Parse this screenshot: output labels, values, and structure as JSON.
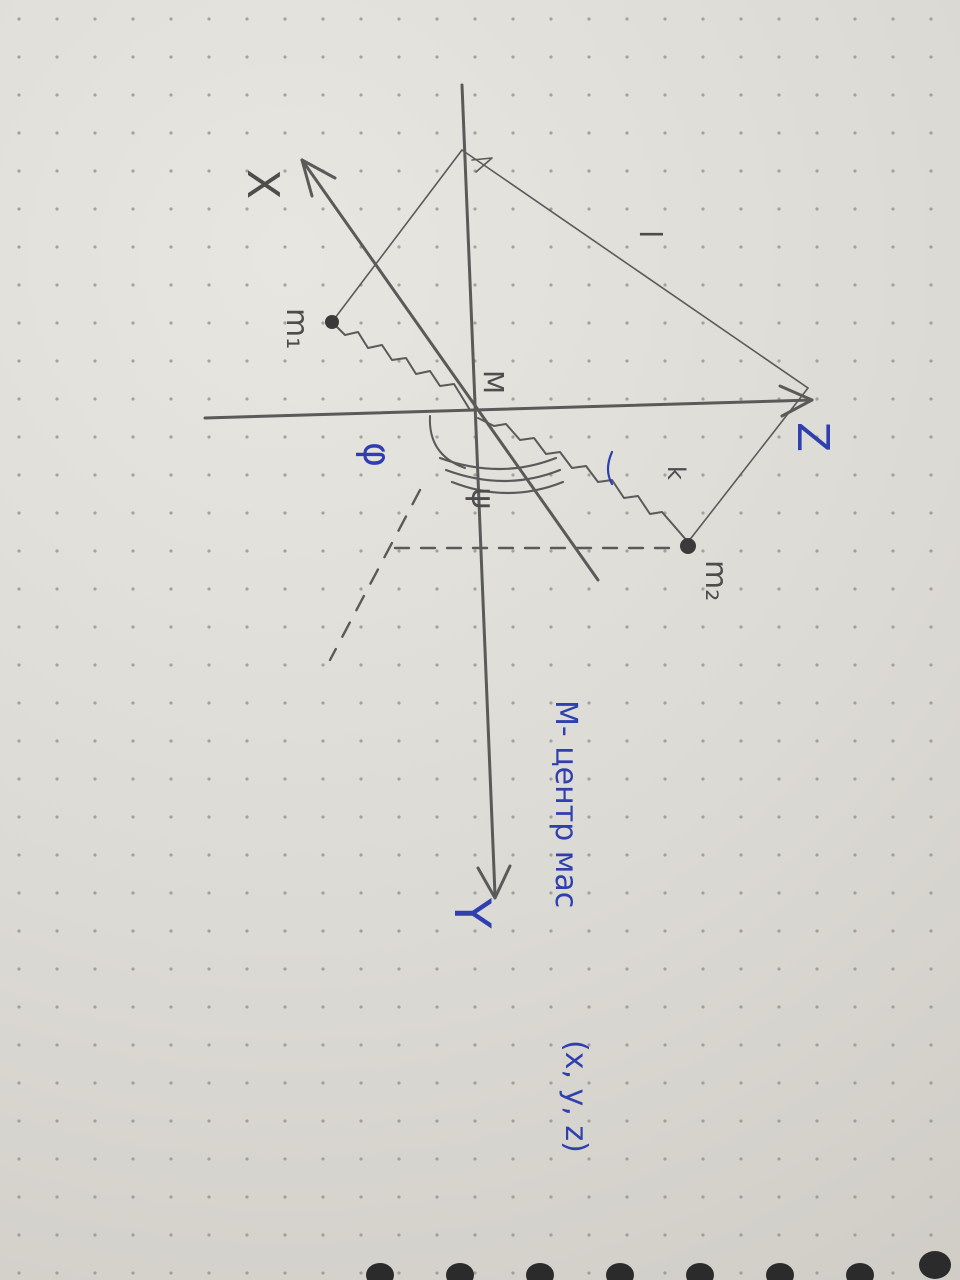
{
  "labels": {
    "axis_x": "X",
    "axis_y": "Y",
    "axis_z": "Z",
    "mass_1": "m₁",
    "mass_2": "m₂",
    "center": "M",
    "length": "l",
    "spring_const": "k",
    "angle_phi": "φ",
    "angle_psi": "ψ",
    "note_line1": "M- центр мас",
    "note_line2": "(x, y, z)"
  },
  "colors": {
    "pencil": "#5a5a5a",
    "blue_ink": "#2f3fb0",
    "paper": "#dcdad4"
  }
}
